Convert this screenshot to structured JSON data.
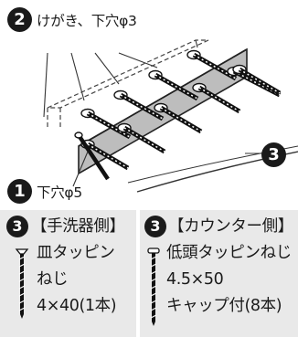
{
  "step2": {
    "badge": "2",
    "text": "けがき、下穴φ3"
  },
  "step1": {
    "badge": "1",
    "text": "下穴φ5"
  },
  "step3": {
    "badge": "3"
  },
  "panel_left": {
    "badge": "3",
    "title": "【手洗器側】",
    "lines": [
      "皿タッピン",
      "ねじ",
      "4×40(1本)"
    ],
    "icon": "flat-head-tapping-screw-icon"
  },
  "panel_right": {
    "badge": "3",
    "title": "【カウンター側】",
    "lines": [
      "低頭タッピンねじ",
      "4.5×50",
      "キャップ付(8本)"
    ],
    "icon": "low-head-tapping-screw-icon"
  }
}
